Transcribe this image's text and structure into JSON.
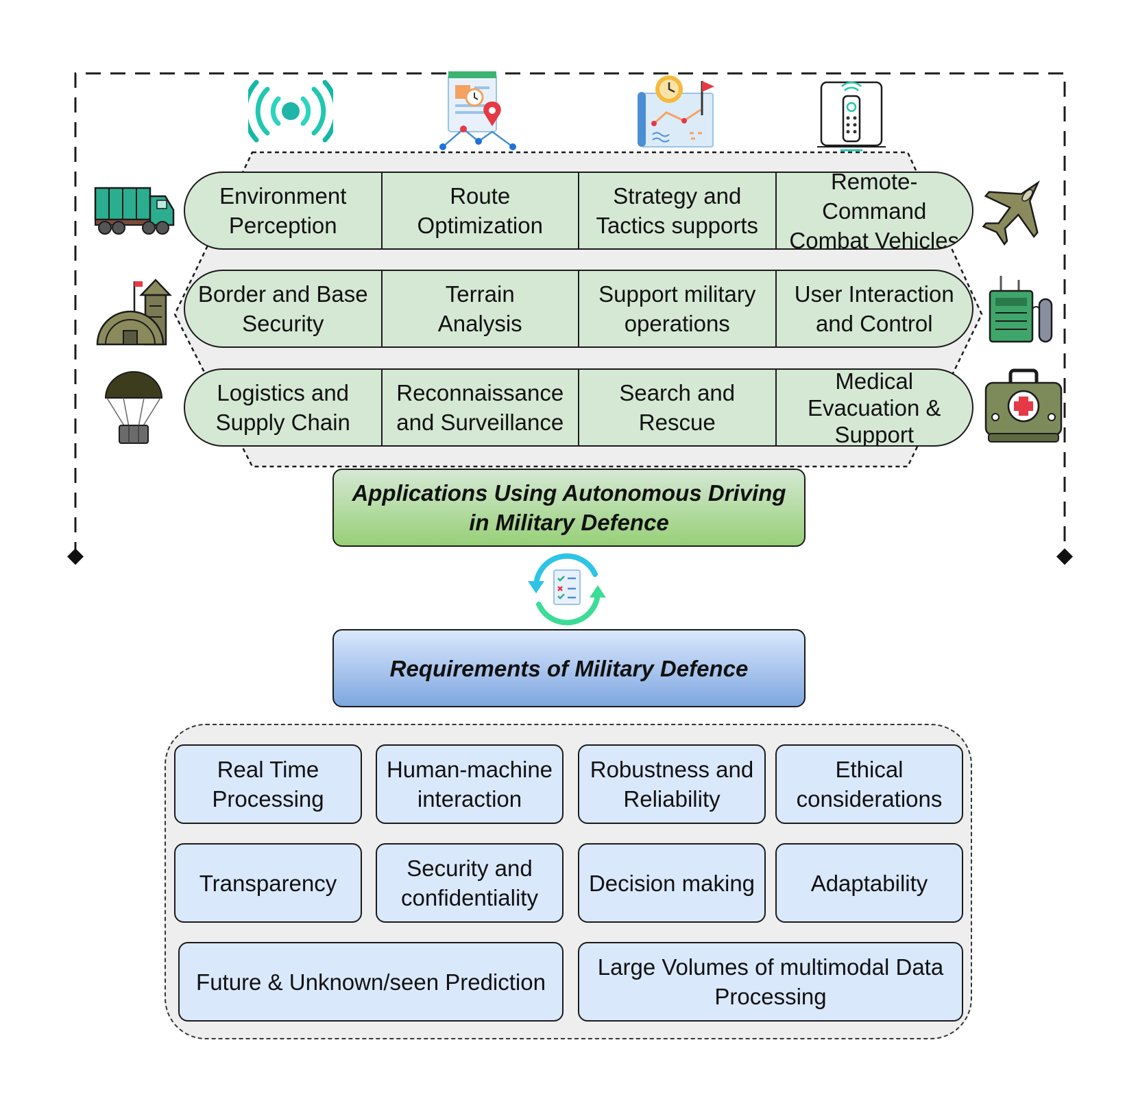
{
  "applications": {
    "rows": [
      [
        "Environment\nPerception",
        "Route\nOptimization",
        "Strategy and\nTactics supports",
        "Remote-Command\nCombat Vehicles"
      ],
      [
        "Border and Base\nSecurity",
        "Terrain\nAnalysis",
        "Support military\noperations",
        "User Interaction\nand Control"
      ],
      [
        "Logistics and\nSupply Chain",
        "Reconnaissance\nand Surveillance",
        "Search and\nRescue",
        "Medical\nEvacuation &\nSupport"
      ]
    ],
    "title": "Applications Using Autonomous Driving\nin Military Defence"
  },
  "requirements": {
    "title": "Requirements of Military Defence",
    "items": [
      "Real Time\nProcessing",
      "Human-machine\ninteraction",
      "Robustness and\nReliability",
      "Ethical\nconsiderations",
      "Transparency",
      "Security and\nconfidentiality",
      "Decision making",
      "Adaptability",
      "Future & Unknown/seen Prediction",
      "Large Volumes of multimodal Data\nProcessing"
    ]
  },
  "icons": [
    "wireless-signal-icon",
    "route-map-icon",
    "strategy-map-icon",
    "remote-control-icon",
    "military-truck-icon",
    "fighter-jet-icon",
    "military-base-icon",
    "field-radio-icon",
    "parachute-supply-icon",
    "medical-kit-icon",
    "sync-checklist-icon"
  ],
  "colors": {
    "app_fill": "#d5e8d4",
    "app_title_gradient": [
      "#d5e8d4",
      "#97d077"
    ],
    "req_fill": "#dae8fc",
    "req_title_gradient": [
      "#dae8fc",
      "#7ea6e0"
    ],
    "panel_fill": "#eeeeee",
    "teal": "#22c7b0",
    "olive": "#7a7a55"
  }
}
